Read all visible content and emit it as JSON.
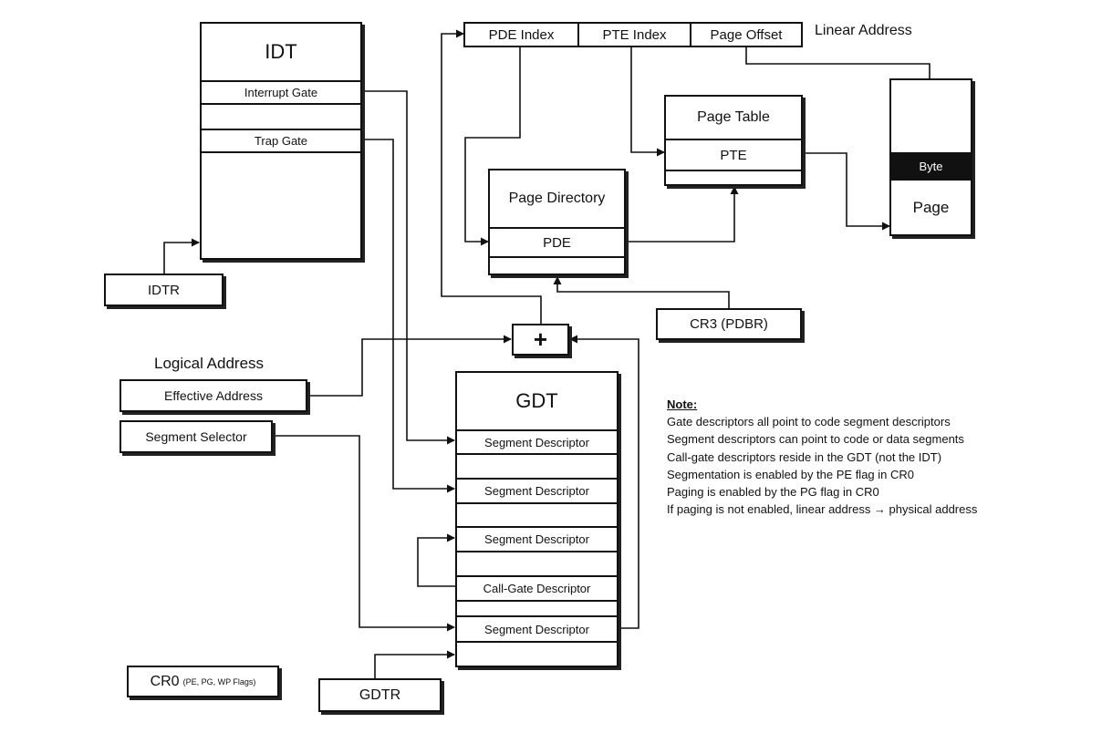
{
  "idt": {
    "title": "IDT",
    "interrupt_gate": "Interrupt Gate",
    "trap_gate": "Trap Gate"
  },
  "idtr": "IDTR",
  "linear_address": {
    "label": "Linear Address",
    "pde_index": "PDE Index",
    "pte_index": "PTE Index",
    "page_offset": "Page Offset"
  },
  "page_table": {
    "title": "Page Table",
    "pte": "PTE"
  },
  "page_directory": {
    "title": "Page Directory",
    "pde": "PDE"
  },
  "page": {
    "byte": "Byte",
    "label": "Page"
  },
  "cr3": "CR3 (PDBR)",
  "adder": "+",
  "logical_address": {
    "label": "Logical Address",
    "effective_address": "Effective Address",
    "segment_selector": "Segment Selector"
  },
  "gdt": {
    "title": "GDT",
    "seg_desc_1": "Segment Descriptor",
    "seg_desc_2": "Segment Descriptor",
    "seg_desc_3": "Segment Descriptor",
    "call_gate": "Call-Gate Descriptor",
    "seg_desc_4": "Segment Descriptor"
  },
  "gdtr": "GDTR",
  "cr0": {
    "main": "CR0",
    "flags": "(PE, PG, WP Flags)"
  },
  "note": {
    "title": "Note:",
    "lines": [
      "Gate descriptors all point to code segment descriptors",
      "Segment descriptors can point to code or data segments",
      "Call-gate descriptors reside in the GDT (not the IDT)",
      "Segmentation is enabled by the PE flag in CR0",
      "Paging is enabled by the PG flag in CR0",
      "If paging is not enabled, linear address → physical address"
    ]
  }
}
